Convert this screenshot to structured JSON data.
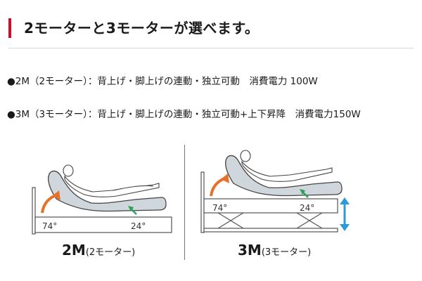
{
  "header": {
    "title": "2モーターと3モーターが選べます。",
    "accent_color": "#c8102e"
  },
  "features": [
    {
      "bullet": "●",
      "text": "2M（2モーター）：背上げ・脚上げの連動・独立可動　消費電力 100W"
    },
    {
      "bullet": "●",
      "text": "3M（3モーター）：背上げ・脚上げの連動・独立可動+上下昇降　消費電力150W"
    }
  ],
  "illustrations": {
    "m2": {
      "back_angle": "74°",
      "leg_angle": "24°",
      "caption_model": "2M",
      "caption_desc": "(2モーター)"
    },
    "m3": {
      "back_angle": "74°",
      "leg_angle": "24°",
      "caption_model": "3M",
      "caption_desc": "(3モーター)"
    }
  },
  "colors": {
    "arrow_orange": "#e8712a",
    "arrow_green": "#2e9e5b",
    "arrow_blue": "#2a9bd8",
    "mattress": "#cfd6dc"
  }
}
